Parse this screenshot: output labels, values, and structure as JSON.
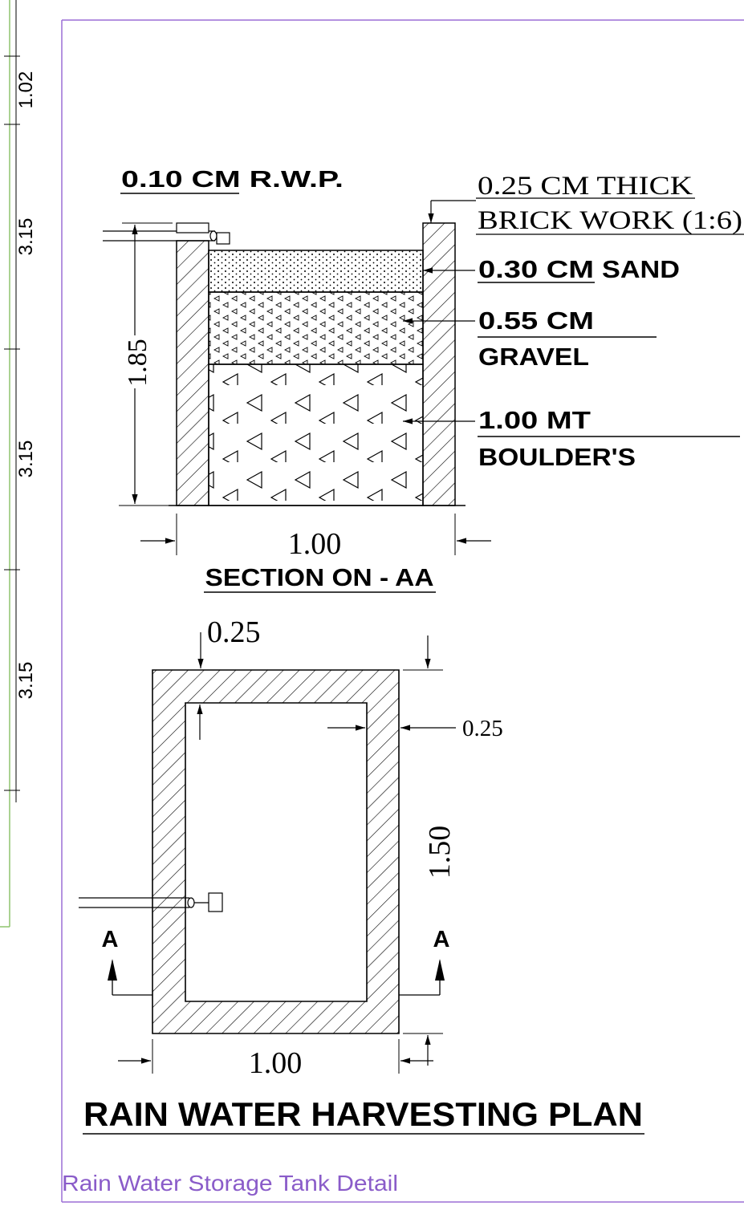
{
  "colors": {
    "ink": "#000000",
    "frame_purple": "#9b6fd6",
    "frame_green": "#8fc46e",
    "caption_purple": "#8a5cc9"
  },
  "left_scale": {
    "labels": [
      "1.02",
      "3.15",
      "3.15",
      "3.15"
    ]
  },
  "section": {
    "rwp_label": "0.10 CM  R.W.P.",
    "brick_line1": "0.25 CM THICK",
    "brick_line2": "BRICK WORK (1:6)",
    "sand_dim": "0.30 CM",
    "sand_word": "SAND",
    "gravel_dim": "0.55 CM",
    "gravel_word": "GRAVEL",
    "boulder_dim": "1.00 MT",
    "boulder_word": "BOULDER'S",
    "height_dim": "1.85",
    "width_dim": "1.00",
    "title": "SECTION ON - AA"
  },
  "plan": {
    "top_wall_dim": "0.25",
    "side_wall_dim": "0.25",
    "length_dim": "1.50",
    "width_dim": "1.00",
    "section_mark_left": "A",
    "section_mark_right": "A",
    "title": "RAIN WATER HARVESTING PLAN"
  },
  "caption": "Rain Water Storage Tank Detail"
}
